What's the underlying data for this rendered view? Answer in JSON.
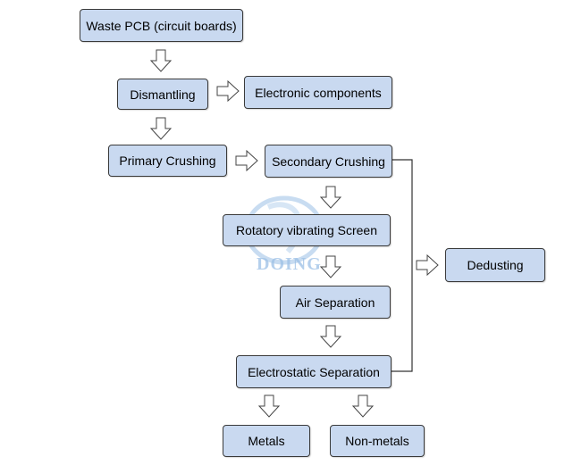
{
  "nodes": {
    "waste_pcb": "Waste PCB (circuit boards)",
    "dismantling": "Dismantling",
    "electronic_components": "Electronic components",
    "primary_crushing": "Primary Crushing",
    "secondary_crushing": "Secondary Crushing",
    "rotatory_screen": "Rotatory vibrating Screen",
    "air_separation": "Air Separation",
    "electrostatic_separation": "Electrostatic Separation",
    "dedusting": "Dedusting",
    "metals": "Metals",
    "non_metals": "Non-metals"
  },
  "watermark": {
    "text": "DOING",
    "color": "#9cc0e6"
  },
  "colors": {
    "box_fill": "#c9d9f0",
    "box_border": "#3a3a3a"
  }
}
